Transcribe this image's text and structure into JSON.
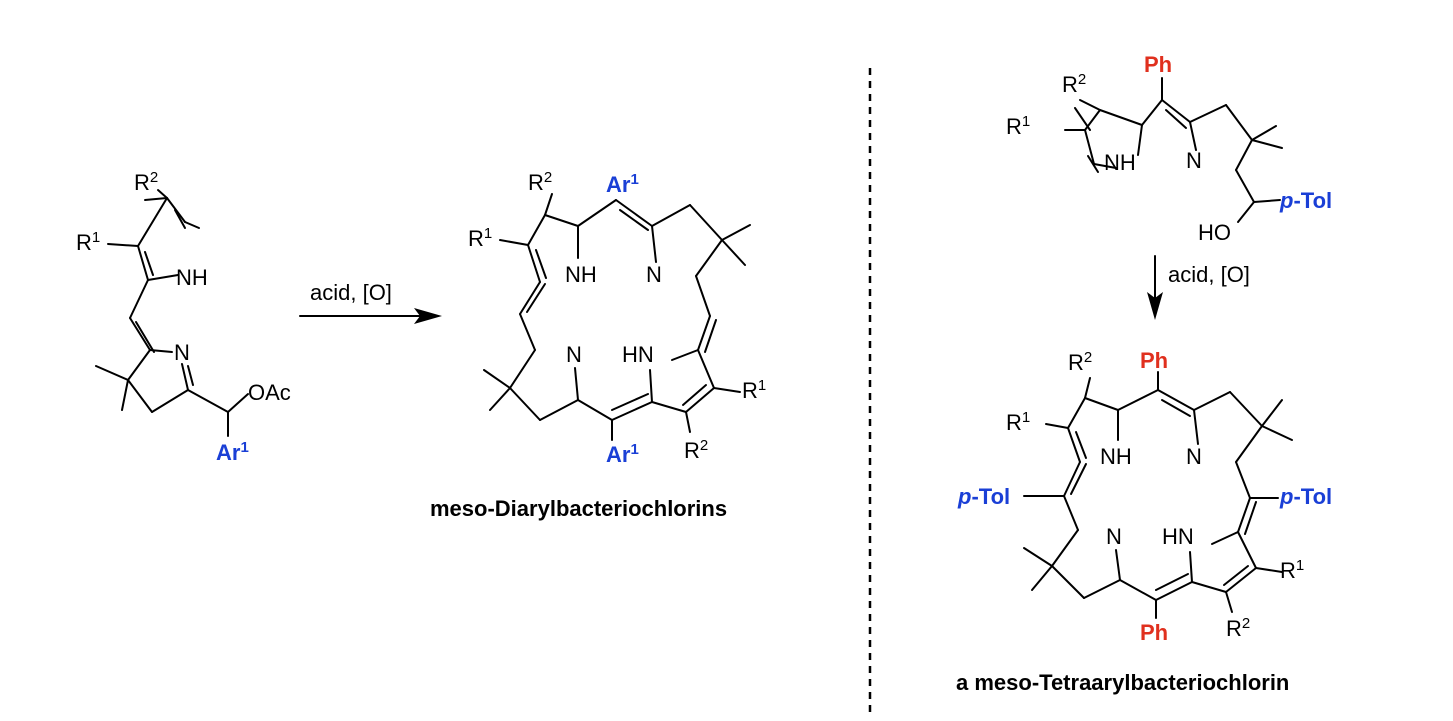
{
  "labels": {
    "R": "R",
    "one": "1",
    "two": "2",
    "NH": "NH",
    "HN": "HN",
    "N": "N",
    "OAc": "OAc",
    "HO": "HO",
    "Ar": "Ar",
    "Ph": "Ph",
    "pTol": "-Tol",
    "p": "p"
  },
  "conditions": {
    "left": "acid, [O]",
    "right": "acid, [O]"
  },
  "captions": {
    "diaryl": "meso-Diarylbacteriochlorins",
    "tetraaryl": "a meso-Tetraarylbacteriochlorin"
  },
  "colors": {
    "ar1": "#1a3fd6",
    "ph": "#e0301e",
    "ptol": "#1a3fd6"
  }
}
